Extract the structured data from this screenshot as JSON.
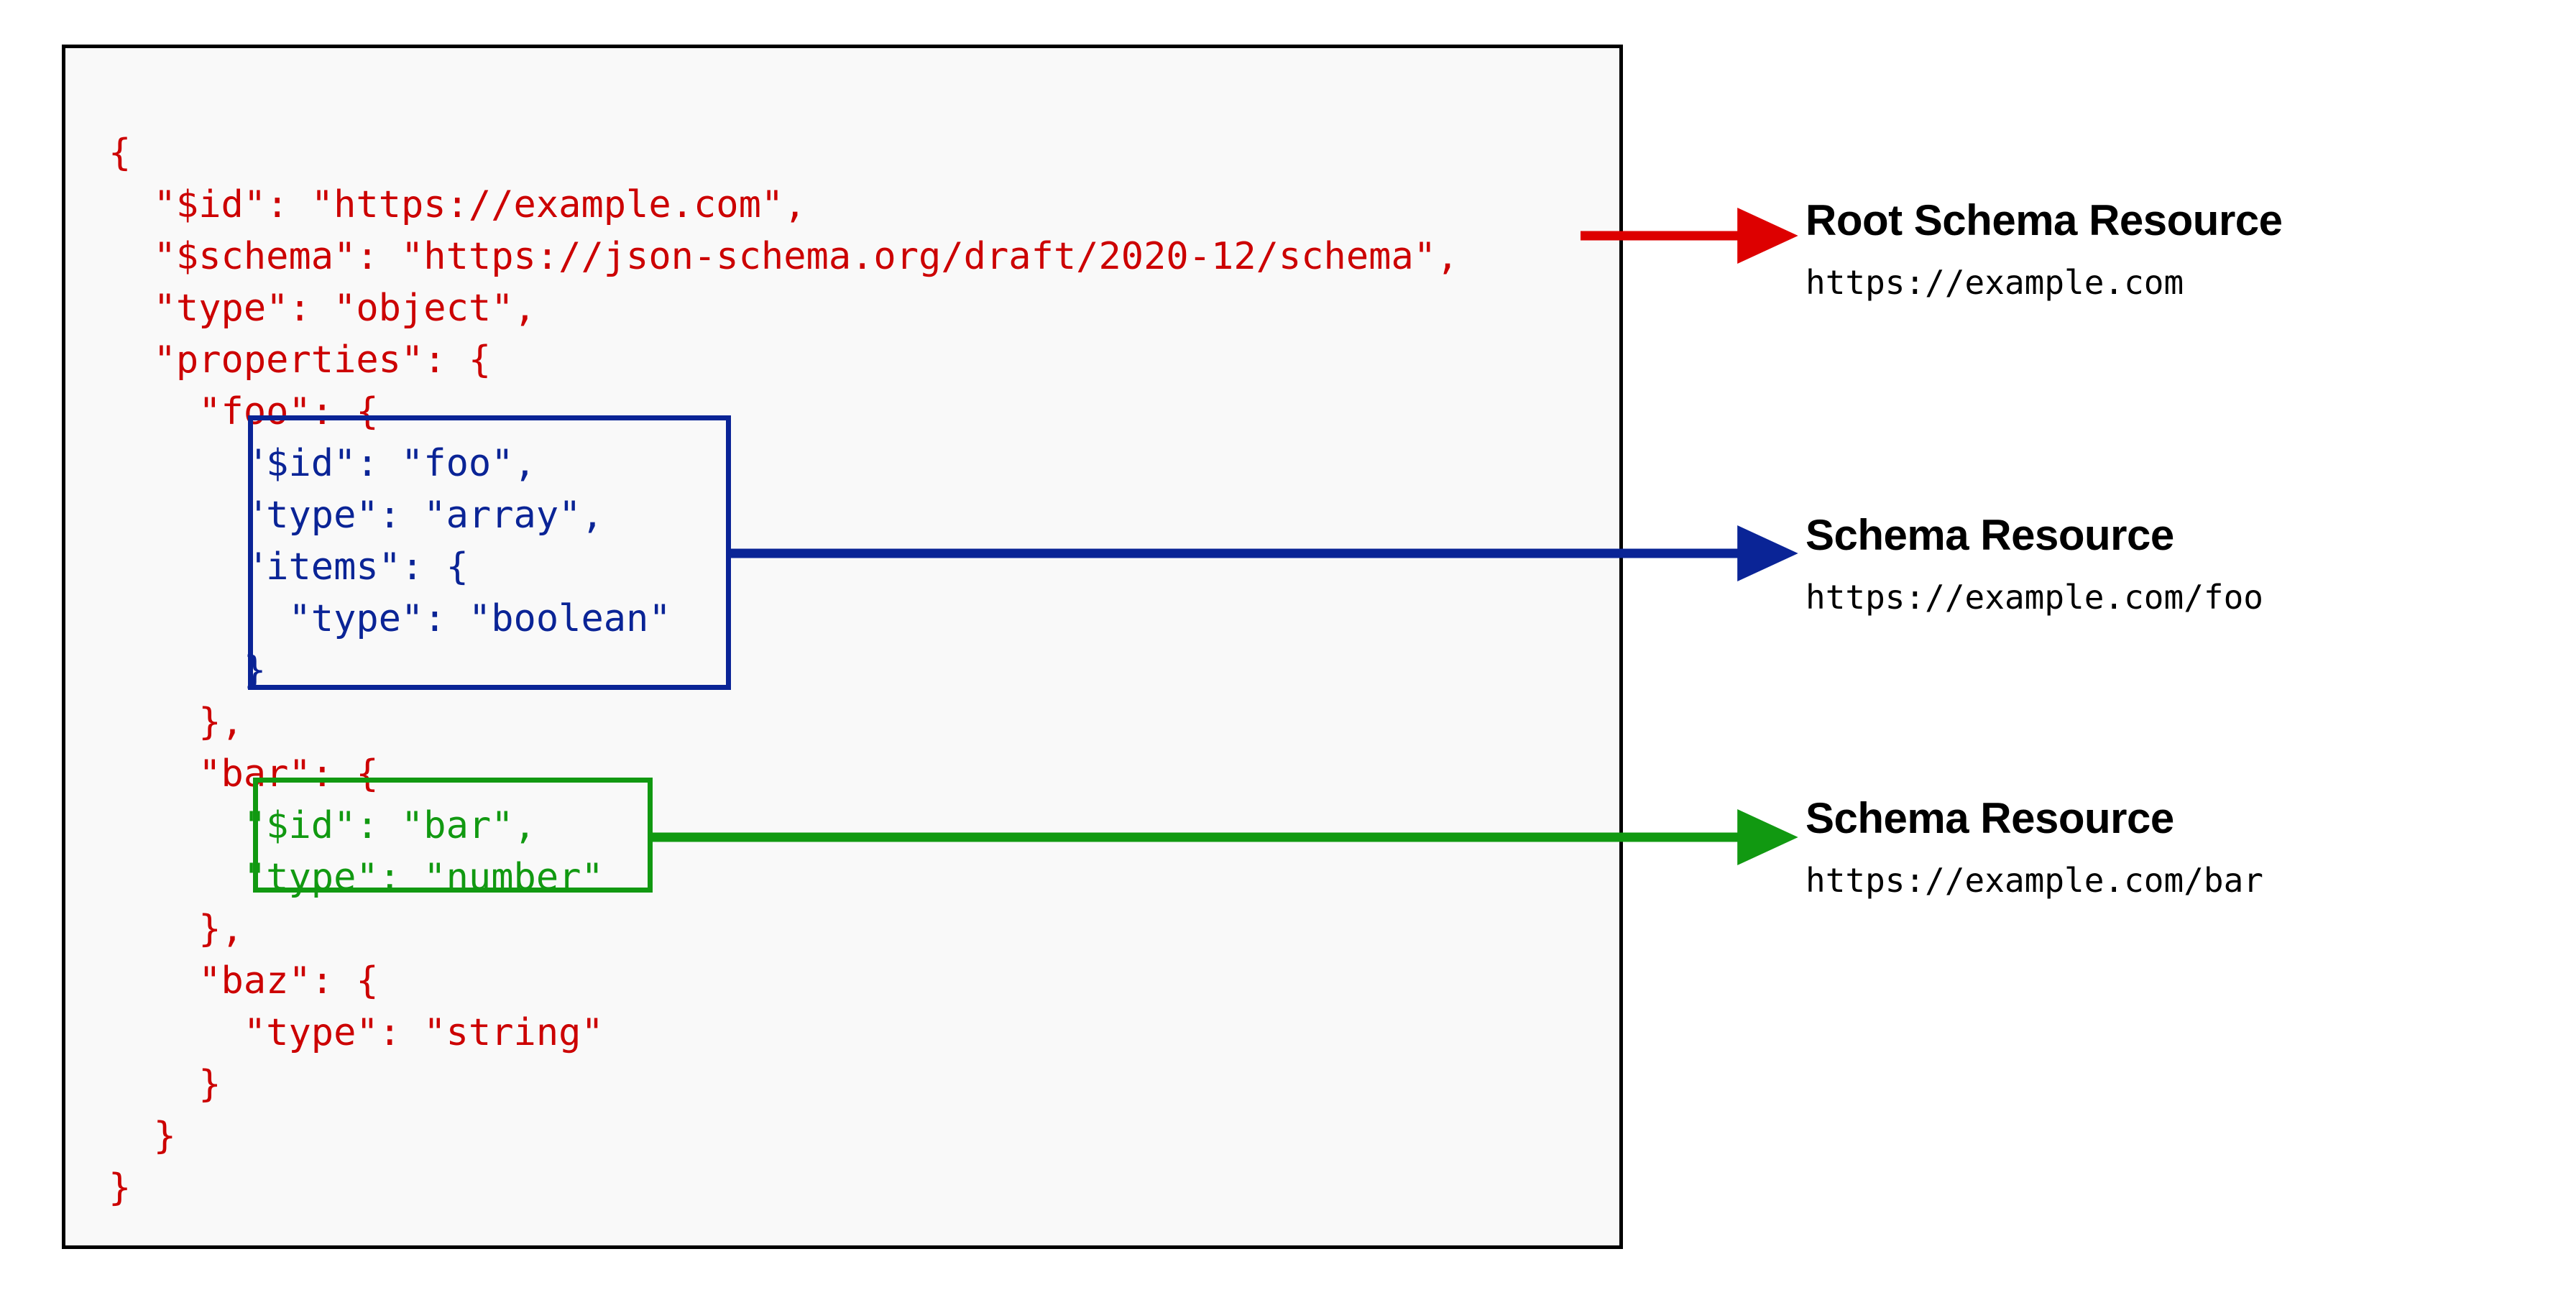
{
  "panel": {
    "code_lines": [
      {
        "indent": 0,
        "text": "{",
        "color": "red"
      },
      {
        "indent": 1,
        "text": "\"$id\": \"https://example.com\",",
        "color": "red"
      },
      {
        "indent": 1,
        "text": "\"$schema\": \"https://json-schema.org/draft/2020-12/schema\",",
        "color": "red"
      },
      {
        "indent": 1,
        "text": "\"type\": \"object\",",
        "color": "red"
      },
      {
        "indent": 1,
        "text": "\"properties\": {",
        "color": "red"
      },
      {
        "indent": 2,
        "text": "\"foo\": {",
        "color": "red"
      },
      {
        "indent": 3,
        "text": "\"$id\": \"foo\",",
        "color": "blue"
      },
      {
        "indent": 3,
        "text": "\"type\": \"array\",",
        "color": "blue"
      },
      {
        "indent": 3,
        "text": "\"items\": {",
        "color": "blue"
      },
      {
        "indent": 4,
        "text": "\"type\": \"boolean\"",
        "color": "blue"
      },
      {
        "indent": 3,
        "text": "}",
        "color": "blue"
      },
      {
        "indent": 2,
        "text": "},",
        "color": "red"
      },
      {
        "indent": 2,
        "text": "\"bar\": {",
        "color": "red"
      },
      {
        "indent": 3,
        "text": "\"$id\": \"bar\",",
        "color": "green"
      },
      {
        "indent": 3,
        "text": "\"type\": \"number\"",
        "color": "green"
      },
      {
        "indent": 2,
        "text": "},",
        "color": "red"
      },
      {
        "indent": 2,
        "text": "\"baz\": {",
        "color": "red"
      },
      {
        "indent": 3,
        "text": "\"type\": \"string\"",
        "color": "red"
      },
      {
        "indent": 2,
        "text": "}",
        "color": "red"
      },
      {
        "indent": 1,
        "text": "}",
        "color": "red"
      },
      {
        "indent": 0,
        "text": "}",
        "color": "red"
      }
    ]
  },
  "labels": {
    "root": {
      "title": "Root Schema Resource",
      "url": "https://example.com"
    },
    "foo": {
      "title": "Schema Resource",
      "url": "https://example.com/foo"
    },
    "bar": {
      "title": "Schema Resource",
      "url": "https://example.com/bar"
    }
  },
  "colors": {
    "root_accent": "#dd0000",
    "foo_accent": "#0a2496",
    "bar_accent": "#119911",
    "panel_border": "#000000",
    "panel_background": "#f9f9f9",
    "page_background": "#ffffff"
  }
}
